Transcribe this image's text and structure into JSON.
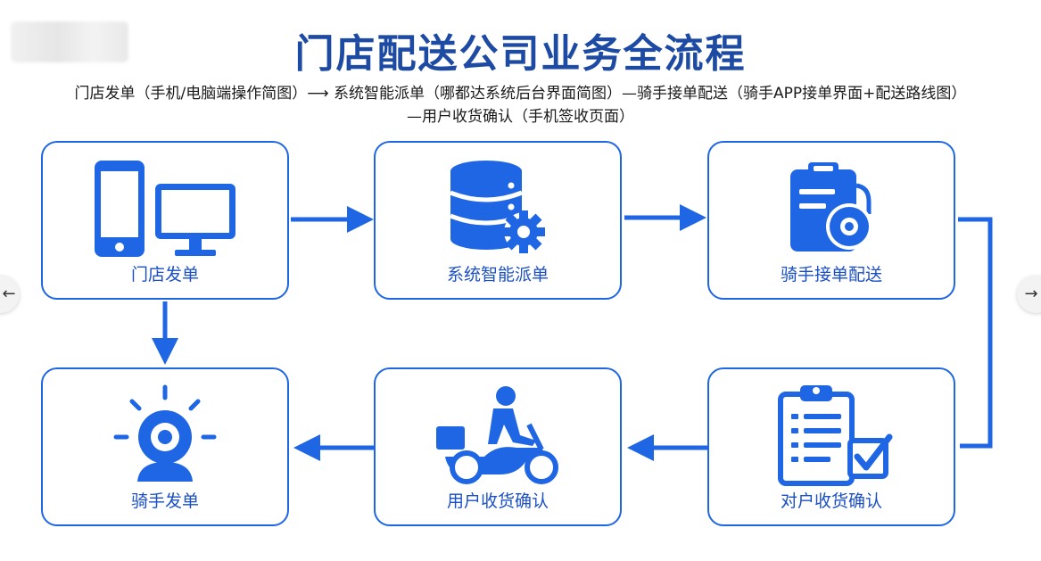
{
  "title": "门店配送公司业务全流程",
  "subtitle": {
    "line1": "门店发单（手机/电脑端操作简图）⟶  系统智能派单（哪都达系统后台界面简图）—骑手接单配送（骑手APP接单界面+配送路线图）",
    "line2": "—用户收货确认（手机签收页面）"
  },
  "nodes": [
    {
      "label": "门店发单",
      "icon": "phone-and-monitor-icon"
    },
    {
      "label": "系统智能派单",
      "icon": "database-gear-icon"
    },
    {
      "label": "骑手接单配送",
      "icon": "clipboard-helmet-icon"
    },
    {
      "label": "骑手发单",
      "icon": "webcam-alert-icon"
    },
    {
      "label": "用户收货确认",
      "icon": "delivery-scooter-icon"
    },
    {
      "label": "对户收货确认",
      "icon": "checklist-clipboard-icon"
    }
  ],
  "nav": {
    "prev_icon": "←",
    "next_icon": "→"
  },
  "colors": {
    "primary": "#1f66e5",
    "title": "#1d4aa3",
    "label": "#1b4fc4"
  }
}
